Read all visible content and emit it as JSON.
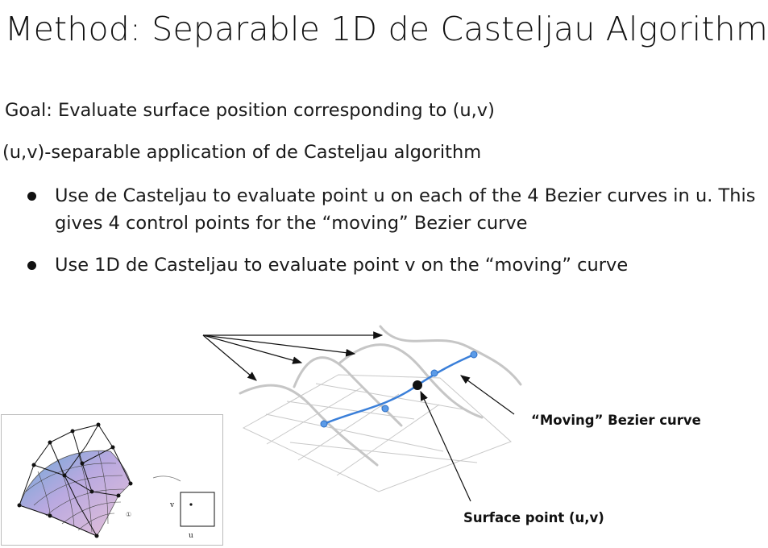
{
  "slide": {
    "title": "Method: Separable 1D de Casteljau Algorithm",
    "goal": "Goal: Evaluate surface position corresponding to (u,v)",
    "subtitle": "(u,v)-separable application of de Casteljau algorithm",
    "bullets": [
      "Use de Casteljau to evaluate point u on each of the 4 Bezier curves in u. This gives 4 control points for the “moving” Bezier curve",
      "Use 1D de Casteljau to evaluate point v on the “moving” curve"
    ]
  },
  "figure": {
    "moving_curve_label": "“Moving” Bezier curve",
    "surface_point_label": "Surface point (u,v)",
    "curve_color": "#3a7fd9",
    "inset": {
      "v_label": "v",
      "u_label": "u"
    }
  }
}
